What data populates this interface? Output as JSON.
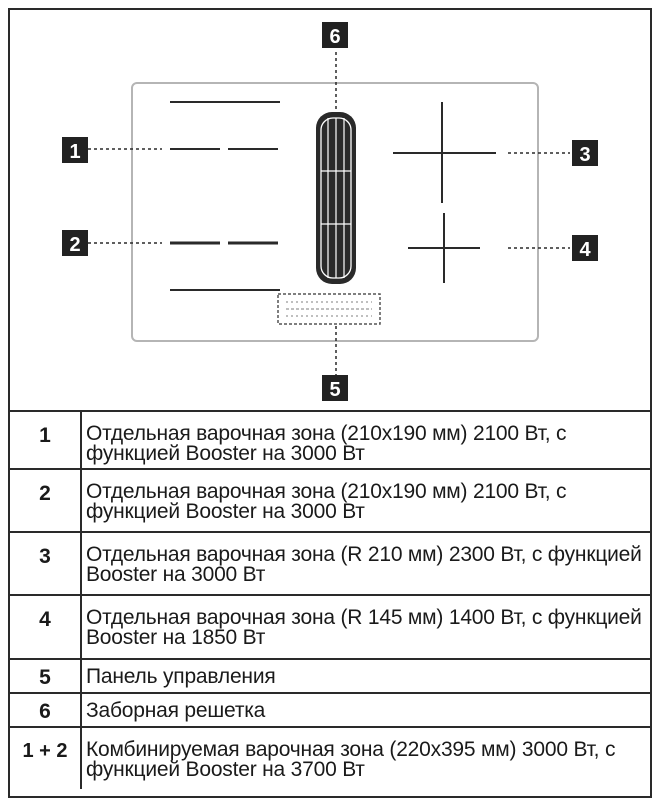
{
  "callouts": [
    "1",
    "2",
    "3",
    "4",
    "5",
    "6"
  ],
  "legend": [
    {
      "num": "1",
      "text": "Отдельная варочная зона (210x190 мм) 2100 Вт, с функцией Booster на 3000 Вт"
    },
    {
      "num": "2",
      "text": "Отдельная варочная зона (210x190 мм) 2100 Вт, с функцией Booster на 3000 Вт"
    },
    {
      "num": "3",
      "text": "Отдельная варочная зона (R 210 мм) 2300 Вт, с функцией Booster на 3000 Вт"
    },
    {
      "num": "4",
      "text": "Отдельная варочная зона (R 145 мм) 1400 Вт, с функцией Booster на 1850 Вт"
    },
    {
      "num": "5",
      "text": "Панель управления"
    },
    {
      "num": "6",
      "text": "Заборная решетка"
    },
    {
      "num": "1 + 2",
      "text": "Комбинируемая варочная зона (220x395 мм) 3000 Вт, с функцией Booster на 3700 Вт"
    }
  ]
}
